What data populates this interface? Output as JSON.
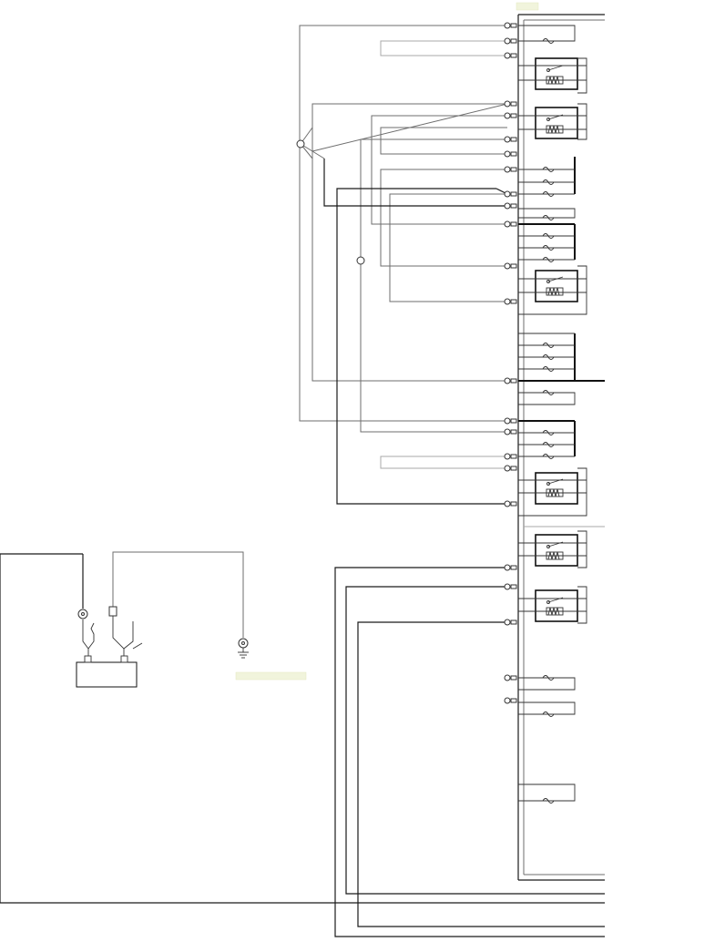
{
  "diagram": {
    "name": "wiring-diagram",
    "colors": {
      "wire_gray": "#6e6e6e",
      "wire_light": "#a8a8a8",
      "wire_dark": "#1a1a1a",
      "label_tag": "#f1f4dc"
    },
    "components": {
      "fuse_relay_box": "fuse-relay-box",
      "battery": "battery",
      "ground": "ground-symbol",
      "junction": "junction-connector"
    }
  }
}
